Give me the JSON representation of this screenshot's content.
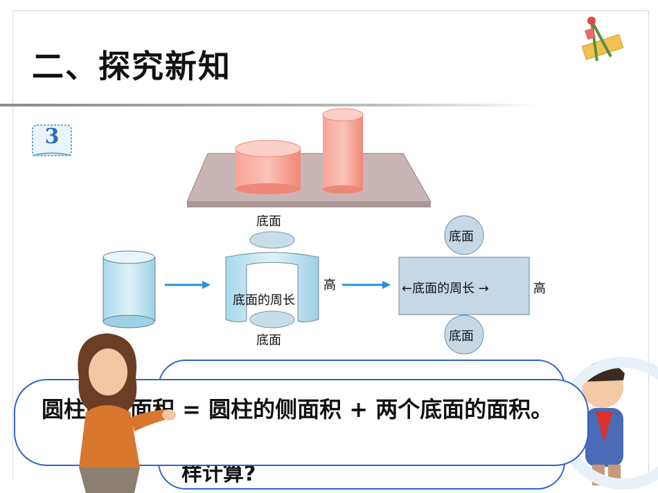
{
  "header": {
    "title": "二、探究新知"
  },
  "example": {
    "number": "3"
  },
  "diagram": {
    "top_label": "底面",
    "side_label_mid": "底面的周长",
    "height_label_mid": "高",
    "bottom_label": "底面",
    "rect_top_label": "底面",
    "rect_center_label": "←底面的周长 →",
    "rect_height_label": "高",
    "rect_bottom_label": "底面"
  },
  "speech": {
    "back_text": "样计算?",
    "front_text": "圆柱的表面积 = 圆柱的侧面积 + 两个底面的面积。"
  },
  "colors": {
    "title_bar": "#a6a6a6",
    "bubble_border": "#2f63c9",
    "cylinder_fill": "#f49a8e",
    "blue_cylinder": "#bfe3f2",
    "arrow": "#2a8fe0"
  }
}
